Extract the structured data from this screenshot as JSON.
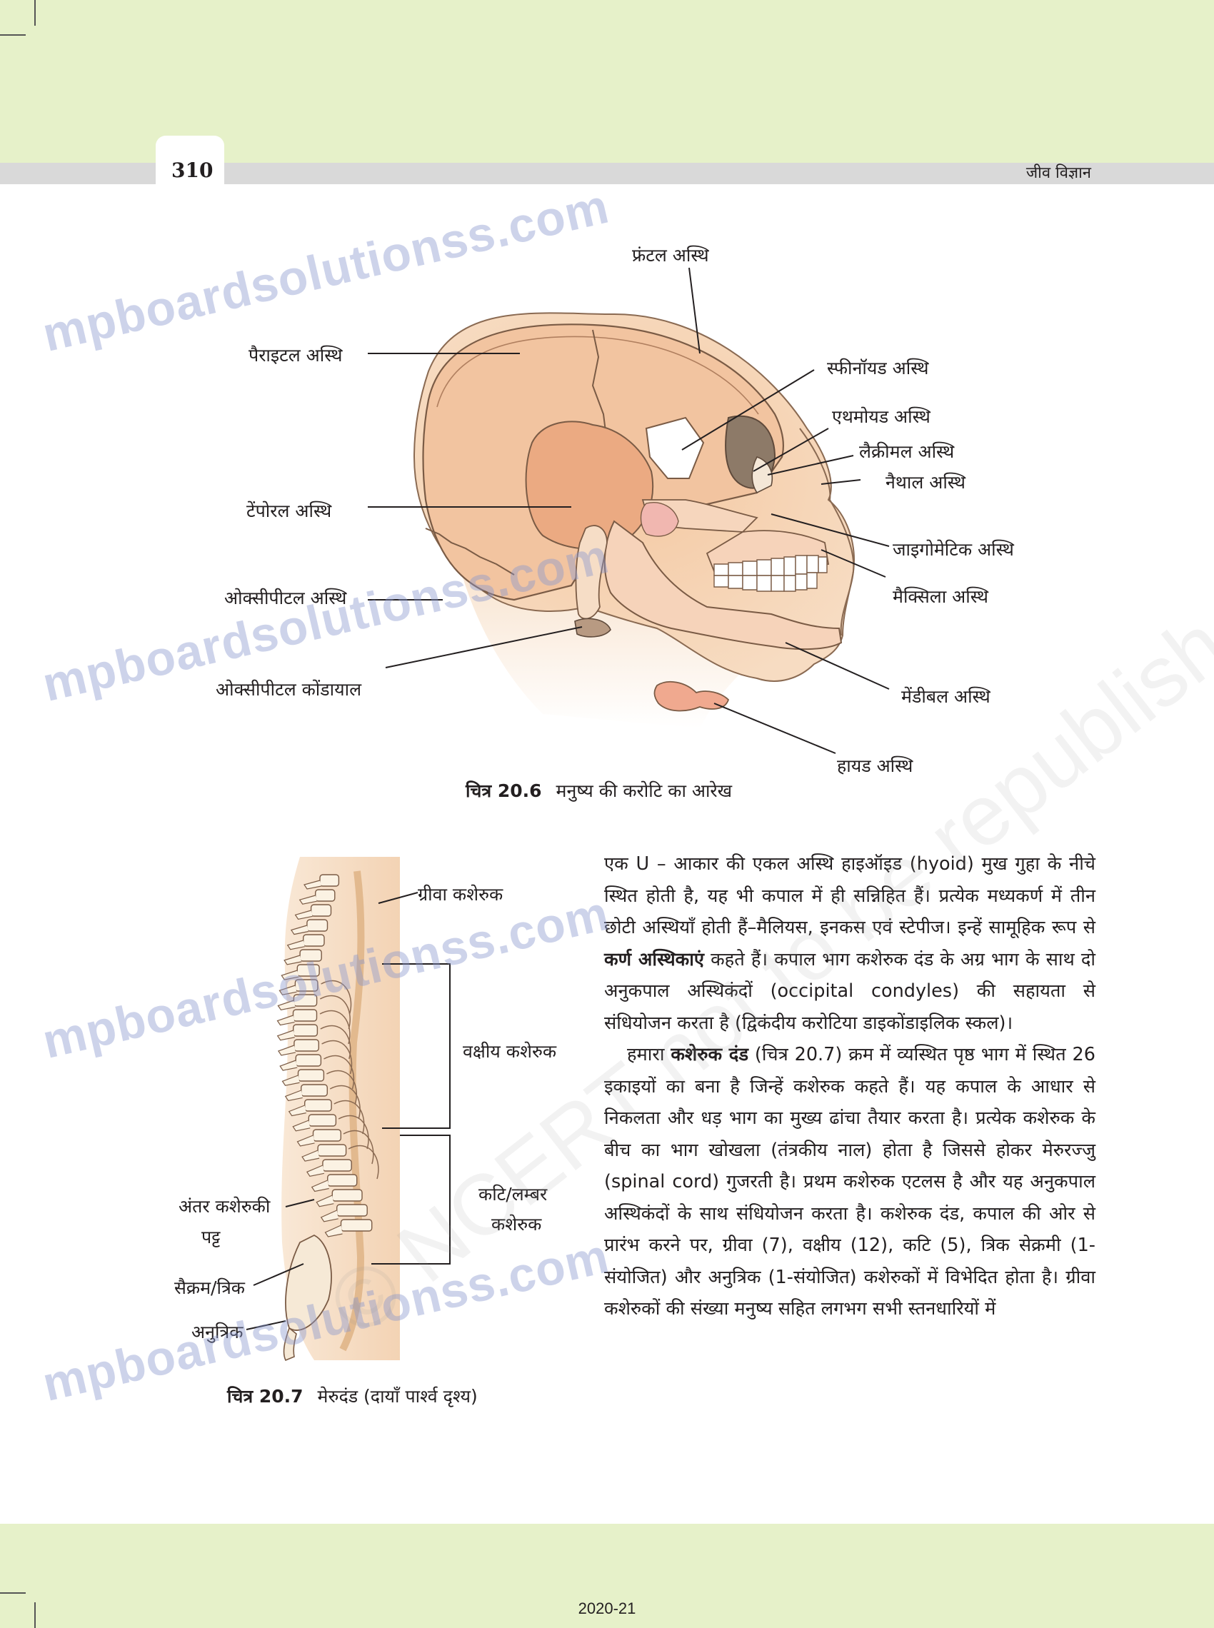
{
  "header": {
    "page_number": "310",
    "running_title": "जीव विज्ञान"
  },
  "watermark": {
    "site": "mpboardsolutionss.com",
    "stamp": "© NCERT not to be republished"
  },
  "figure_skull": {
    "labels": {
      "frontal": "फ्रंटल अस्थि",
      "parietal": "पैराइटल अस्थि",
      "sphenoid": "स्फीनॉयड अस्थि",
      "ethmoid": "एथमोयड अस्थि",
      "lacrimal": "लैक्रीमल अस्थि",
      "nasal": "नैथाल अस्थि",
      "temporal": "टेंपोरल अस्थि",
      "zygomatic": "जाइगोमेटिक अस्थि",
      "occipital": "ओक्सीपीटल अस्थि",
      "maxilla": "मैक्सिला अस्थि",
      "occipital_condyle": "ओक्सीपीटल कोंडायाल",
      "mandible": "मेंडीबल अस्थि",
      "hyoid": "हायड अस्थि"
    },
    "caption_number": "चित्र 20.6",
    "caption_text": "मनुष्य की करोटि का आरेख"
  },
  "figure_spine": {
    "labels": {
      "cervical": "ग्रीवा कशेरुक",
      "thoracic": "वक्षीय कशेरुक",
      "lumbar_line1": "कटि/लम्बर",
      "lumbar_line2": "कशेरुक",
      "disc_line1": "अंतर कशेरुकी",
      "disc_line2": "पट्ट",
      "sacrum": "सैक्रम/त्रिक",
      "coccyx": "अनुत्रिक"
    },
    "caption_number": "चित्र 20.7",
    "caption_text": "मेरुदंड (दायाँ पार्श्व दृश्य)"
  },
  "body": {
    "p1_a": "एक U – आकार की एकल अस्थि हाइऑइड (hyoid) मुख गुहा के नीचे स्थित होती है, यह भी कपाल में ही सन्निहित हैं। प्रत्येक मध्यकर्ण में तीन छोटी अस्थियाँ होती हैं–मैलियस, इनकस एवं स्टेपीज। इन्हें सामूहिक रूप से ",
    "p1_bold": "कर्ण अस्थिकाएं",
    "p1_b": " कहते हैं। कपाल भाग कशेरुक दंड के अग्र भाग के साथ दो अनुकपाल अस्थिकंदों (occipital condyles) की सहायता से संधियोजन करता है (द्विकंदीय करोटिया डाइकोंडाइलिक स्कल)।",
    "p2_a": "हमारा ",
    "p2_bold": "कशेरुक दंड",
    "p2_b": " (चित्र 20.7) क्रम में व्यस्थित पृष्ठ भाग में स्थित 26 इकाइयों का बना है जिन्हें कशेरुक कहते हैं। यह कपाल के आधार से निकलता और धड़ भाग का मुख्य ढांचा तैयार करता है। प्रत्येक कशेरुक के बीच का भाग खोखला (तंत्रकीय नाल) होता है जिससे होकर मेरुरज्जु (spinal cord) गुजरती है। प्रथम कशेरुक एटलस है और यह अनुकपाल अस्थिकंदों के साथ संधियोजन करता है। कशेरुक दंड, कपाल की ओर से प्रारंभ करने पर, ग्रीवा (7), वक्षीय (12), कटि (5), त्रिक सेक्रमी (1-संयोजित) और अनुत्रिक (1-संयोजित) कशेरुकों में विभेदित होता है। ग्रीवा कशेरुकों की संख्या मनुष्य सहित लगभग सभी स्तनधारियों में"
  },
  "footer": {
    "year": "2020-21"
  }
}
